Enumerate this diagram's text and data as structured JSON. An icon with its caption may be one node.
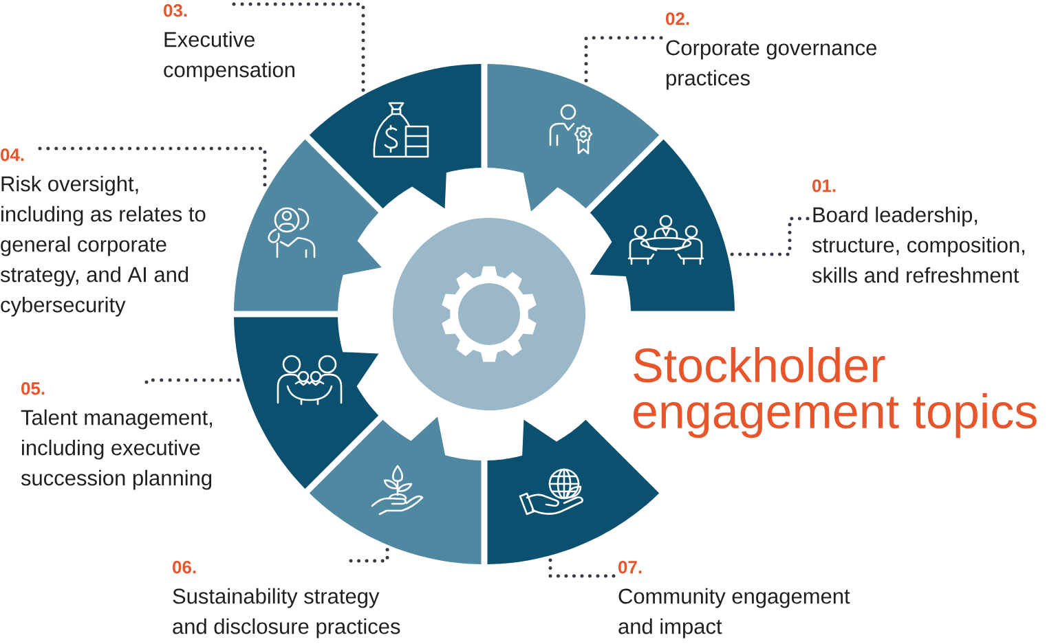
{
  "diagram": {
    "title": "Stockholder engagement topics",
    "nodes": [
      {
        "text": [
          "01.",
          "Board leadership, structure, composition, skills and refreshment"
        ]
      },
      {
        "text": [
          "02.",
          "Corporate governance practices"
        ]
      },
      {
        "text": [
          "03.",
          "Executive compensation"
        ]
      },
      {
        "text": [
          "04.",
          "Risk oversight, including as relates to general corporate strategy, and AI and cybersecurity"
        ]
      },
      {
        "text": [
          "05.",
          "Talent management, including executive succession planning"
        ]
      },
      {
        "text": [
          "06.",
          "Sustainability strategy and disclosure practices"
        ]
      },
      {
        "text": [
          "07.",
          "Community engagement and impact"
        ]
      },
      {
        "text": [],
        "shape": "sector"
      },
      {
        "text": [],
        "shape": "sector"
      },
      {
        "text": [],
        "shape": "sector"
      },
      {
        "text": [],
        "shape": "sector"
      },
      {
        "text": [],
        "shape": "sector"
      },
      {
        "text": [],
        "shape": "sector"
      },
      {
        "text": [],
        "shape": "sector"
      }
    ],
    "edges": [
      {
        "from": 0,
        "to": 7,
        "arrow": "none"
      },
      {
        "from": 1,
        "to": 8,
        "arrow": "none"
      },
      {
        "from": 2,
        "to": 9,
        "arrow": "none"
      },
      {
        "from": 3,
        "to": 10,
        "arrow": "none"
      },
      {
        "from": 4,
        "to": 11,
        "arrow": "none"
      },
      {
        "from": 5,
        "to": 12,
        "arrow": "none"
      },
      {
        "from": 6,
        "to": 13,
        "arrow": "none"
      }
    ]
  }
}
